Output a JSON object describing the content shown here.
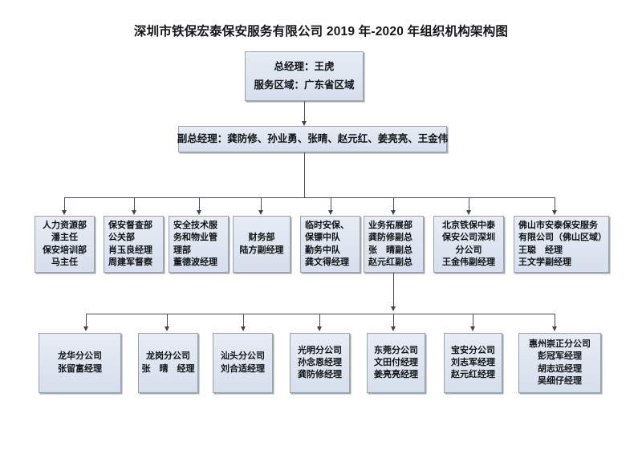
{
  "title": "深圳市铁保宏泰保安服务有限公司 2019 年-2020 年组织机构架构图",
  "nodes": {
    "gm": {
      "line1": "总经理：王虎",
      "line2": "服务区域：广东省区域"
    },
    "deputy": {
      "line1": "副总经理：龚防修、孙业勇、张晴、赵元红、姜亮亮、王金伟"
    }
  },
  "departments": [
    {
      "name": "hr-training",
      "align": "center",
      "lines": [
        "人力资源部",
        "潘主任",
        "保安培训部",
        "马主任"
      ]
    },
    {
      "name": "security-supervision-pr",
      "align": "left",
      "lines": [
        "保安督查部",
        "公关部",
        "肖玉良经理",
        "周建军督察"
      ]
    },
    {
      "name": "safety-tech-property",
      "align": "left",
      "lines": [
        "安全技术服",
        "务和物业管",
        "理部",
        "董德波经理"
      ]
    },
    {
      "name": "finance",
      "align": "center",
      "lines": [
        "财务部",
        "陆方副经理"
      ]
    },
    {
      "name": "temp-security-bodyguard",
      "align": "left",
      "lines": [
        "临时安保、",
        "保镖中队",
        "勤务中队",
        "龚文得经理"
      ]
    },
    {
      "name": "business-development",
      "align": "left",
      "lines": [
        "业务拓展部",
        "龚防修副总",
        "张　晴副总",
        "赵元红副总"
      ]
    },
    {
      "name": "beijing-tiebao-zhongtai-shenzhen",
      "align": "center",
      "lines": [
        "北京铁保中泰",
        "保安公司深圳",
        "分公司",
        "王金伟副经理"
      ]
    },
    {
      "name": "foshan-antai",
      "align": "left",
      "lines": [
        "佛山市安泰保安服务",
        "有限公司（佛山区域）",
        "王聪　经理",
        "王文学副经理"
      ]
    }
  ],
  "branches": [
    {
      "name": "longhua",
      "lines": [
        "龙华分公司",
        "张留富经理"
      ]
    },
    {
      "name": "longgang",
      "lines": [
        "龙岗分公司",
        "张　晴　经理"
      ]
    },
    {
      "name": "shantou",
      "lines": [
        "汕头分公司",
        "刘合适经理"
      ]
    },
    {
      "name": "guangming",
      "lines": [
        "光明分公司",
        "孙念恩经理",
        "龚防修经理"
      ]
    },
    {
      "name": "dongguan",
      "lines": [
        "东莞分公司",
        "文田付经理",
        "姜亮亮经理"
      ]
    },
    {
      "name": "baoan",
      "lines": [
        "宝安分公司",
        "刘志军经理",
        "赵元红经理"
      ]
    },
    {
      "name": "huizhou-chongzheng",
      "lines": [
        "惠州崇正分公司",
        "彭冠军经理",
        "胡志远经理",
        "吴细仔经理"
      ]
    }
  ],
  "colors": {
    "box_fill": "#dde5f0",
    "box_border": "#9aa3ad",
    "connector": "#4a4f56",
    "text": "#101215"
  }
}
